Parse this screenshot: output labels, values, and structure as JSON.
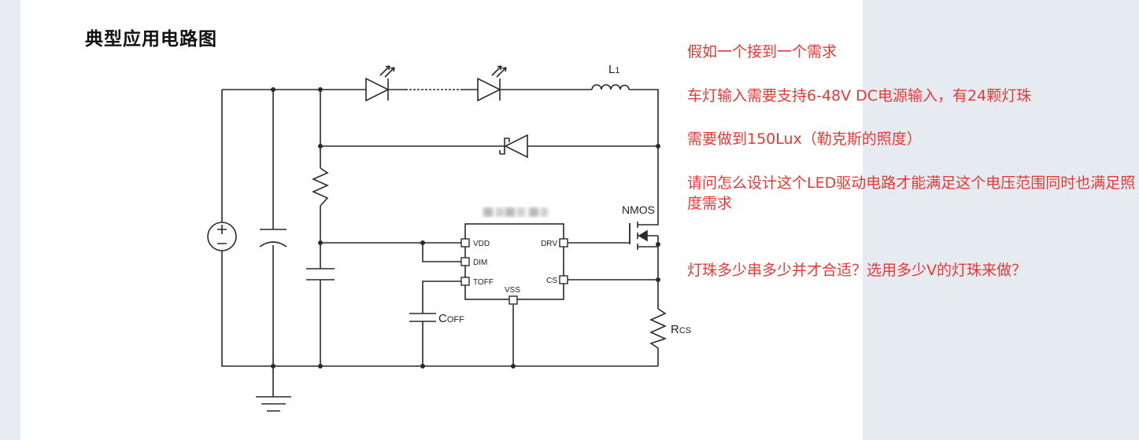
{
  "title": "典型应用电路图",
  "colors": {
    "note": "#e53935",
    "wire": "#2a2a2a",
    "page": "#ffffff",
    "background": "#e8ecf2"
  },
  "circuit": {
    "inductor_label": "L1",
    "inductor_main": "L",
    "inductor_sub": "1",
    "nmos_label": "NMOS",
    "ic_name_blurred": true,
    "pins": {
      "vdd": "VDD",
      "dim": "DIM",
      "toff": "TOFF",
      "vss": "VSS",
      "drv": "DRV",
      "cs": "CS"
    },
    "coff_main": "C",
    "coff_sub": "OFF",
    "rcs_main": "R",
    "rcs_sub": "CS",
    "source_symbol": "+ / −"
  },
  "notes": [
    "假如一个接到一个需求",
    "车灯输入需要支持6-48V DC电源输入，有24颗灯珠",
    "需要做到150Lux（勒克斯的照度）",
    "请问怎么设计这个LED驱动电路才能满足这个电压范围同时也满足照度需求",
    "灯珠多少串多少并才合适？选用多少V的灯珠来做？"
  ]
}
